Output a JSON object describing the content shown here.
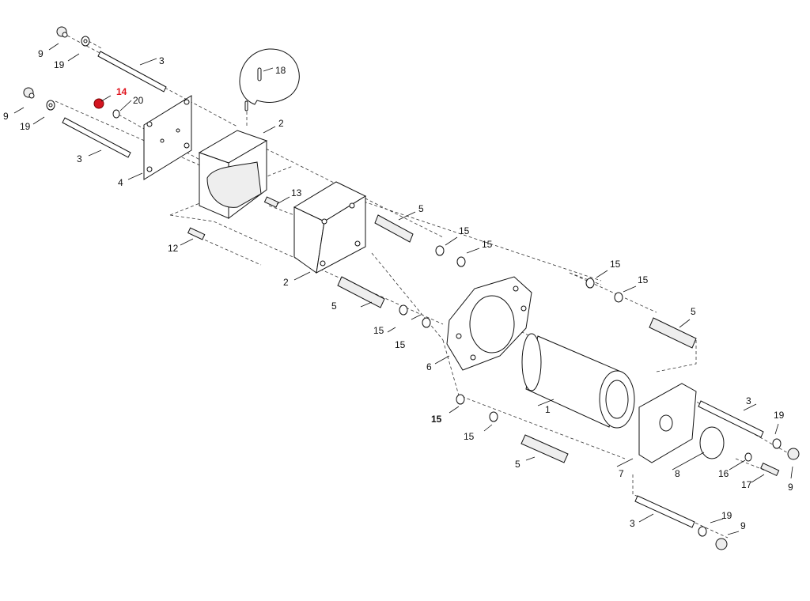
{
  "diagram": {
    "type": "exploded-parts-diagram",
    "highlight_color": "#e0141e",
    "highlighted_part": "14",
    "callouts": [
      "9",
      "19",
      "3",
      "14",
      "20",
      "9",
      "19",
      "3",
      "4",
      "18",
      "2",
      "13",
      "12",
      "2",
      "5",
      "15",
      "15",
      "5",
      "15",
      "15",
      "6",
      "15",
      "15",
      "5",
      "1",
      "15",
      "15",
      "5",
      "7",
      "8",
      "16",
      "17",
      "3",
      "19",
      "9",
      "3",
      "19",
      "9"
    ]
  }
}
